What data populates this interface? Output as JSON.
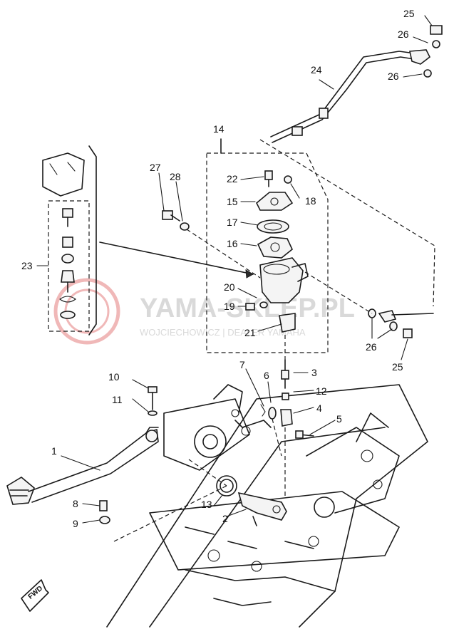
{
  "callouts": {
    "c1": "1",
    "c2": "2",
    "c3": "3",
    "c4": "4",
    "c5": "5",
    "c6": "6",
    "c7": "7",
    "c8": "8",
    "c9": "9",
    "c10": "10",
    "c11": "11",
    "c12": "12",
    "c13": "13",
    "c14": "14",
    "c15": "15",
    "c16": "16",
    "c17": "17",
    "c18": "18",
    "c19": "19",
    "c20": "20",
    "c21": "21",
    "c22": "22",
    "c23": "23",
    "c24": "24",
    "c25a": "25",
    "c25b": "25",
    "c26a": "26",
    "c26b": "26",
    "c26c": "26",
    "c27": "27",
    "c28": "28"
  },
  "watermark": {
    "title": "YAMA-SKLEP.PL",
    "subtitle": "WOJCIECHOWICZ | DEALER YAMAHA"
  },
  "direction_marker": "FWD",
  "colors": {
    "ink": "#1a1a1a",
    "watermark": "#d9d9d9",
    "watermark_logo": "#f0b8b8"
  }
}
